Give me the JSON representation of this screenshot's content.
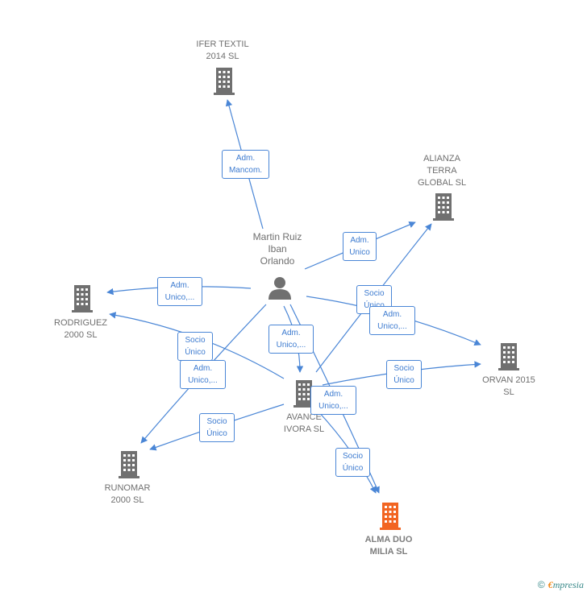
{
  "colors": {
    "edge": "#4a86d6",
    "building": "#707070",
    "focus_building": "#f26522",
    "label": "#6f6f6f"
  },
  "nodes": {
    "ifer": {
      "label": "IFER TEXTIL\n2014  SL",
      "icon": "building-icon"
    },
    "alianza": {
      "label": "ALIANZA\nTERRA\nGLOBAL  SL",
      "icon": "building-icon"
    },
    "martin": {
      "label": "Martin Ruiz\nIban\nOrlando",
      "icon": "person-icon"
    },
    "rodriguez": {
      "label": "RODRIGUEZ\n2000  SL",
      "icon": "building-icon"
    },
    "orvan": {
      "label": "ORVAN 2015\nSL",
      "icon": "building-icon"
    },
    "avance": {
      "label": "AVANCE\nIVORA  SL",
      "icon": "building-icon"
    },
    "runomar": {
      "label": "RUNOMAR\n2000  SL",
      "icon": "building-icon"
    },
    "alma": {
      "label": "ALMA DUO\nMILIA  SL",
      "icon": "building-icon"
    }
  },
  "relations": [
    {
      "id": "r1",
      "label": "Adm.\nMancom."
    },
    {
      "id": "r2",
      "label": "Adm.\nUnico"
    },
    {
      "id": "r3",
      "label": "Adm.\nUnico,..."
    },
    {
      "id": "r4",
      "label": "Socio\nÚnico"
    },
    {
      "id": "r5",
      "label": "Adm.\nUnico,..."
    },
    {
      "id": "r6",
      "label": "Socio\nÚnico"
    },
    {
      "id": "r7",
      "label": "Adm.\nUnico,..."
    },
    {
      "id": "r8",
      "label": "Adm.\nUnico,..."
    },
    {
      "id": "r9",
      "label": "Socio\nÚnico"
    },
    {
      "id": "r10",
      "label": "Socio\nÚnico"
    },
    {
      "id": "r11",
      "label": "Adm.\nUnico,..."
    },
    {
      "id": "r12",
      "label": "Socio\nÚnico"
    }
  ],
  "brand": {
    "copyright": "©",
    "name_first": "€",
    "name_rest": "mpresia"
  }
}
